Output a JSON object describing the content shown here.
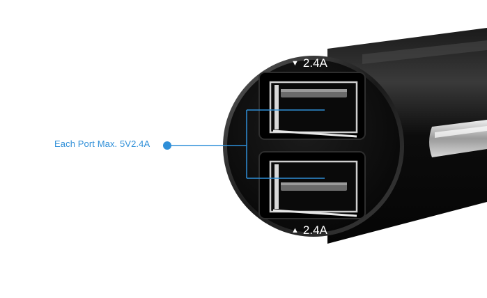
{
  "callout": {
    "label": "Each Port Max. 5V2.4A",
    "color": "#2f8fd8"
  },
  "ports": [
    {
      "arrow": "▼",
      "rating": "2.4A"
    },
    {
      "arrow": "▲",
      "rating": "2.4A"
    }
  ],
  "colors": {
    "body": "#0b0b0b",
    "rim": "#2a2a2a",
    "background": "#ffffff"
  }
}
